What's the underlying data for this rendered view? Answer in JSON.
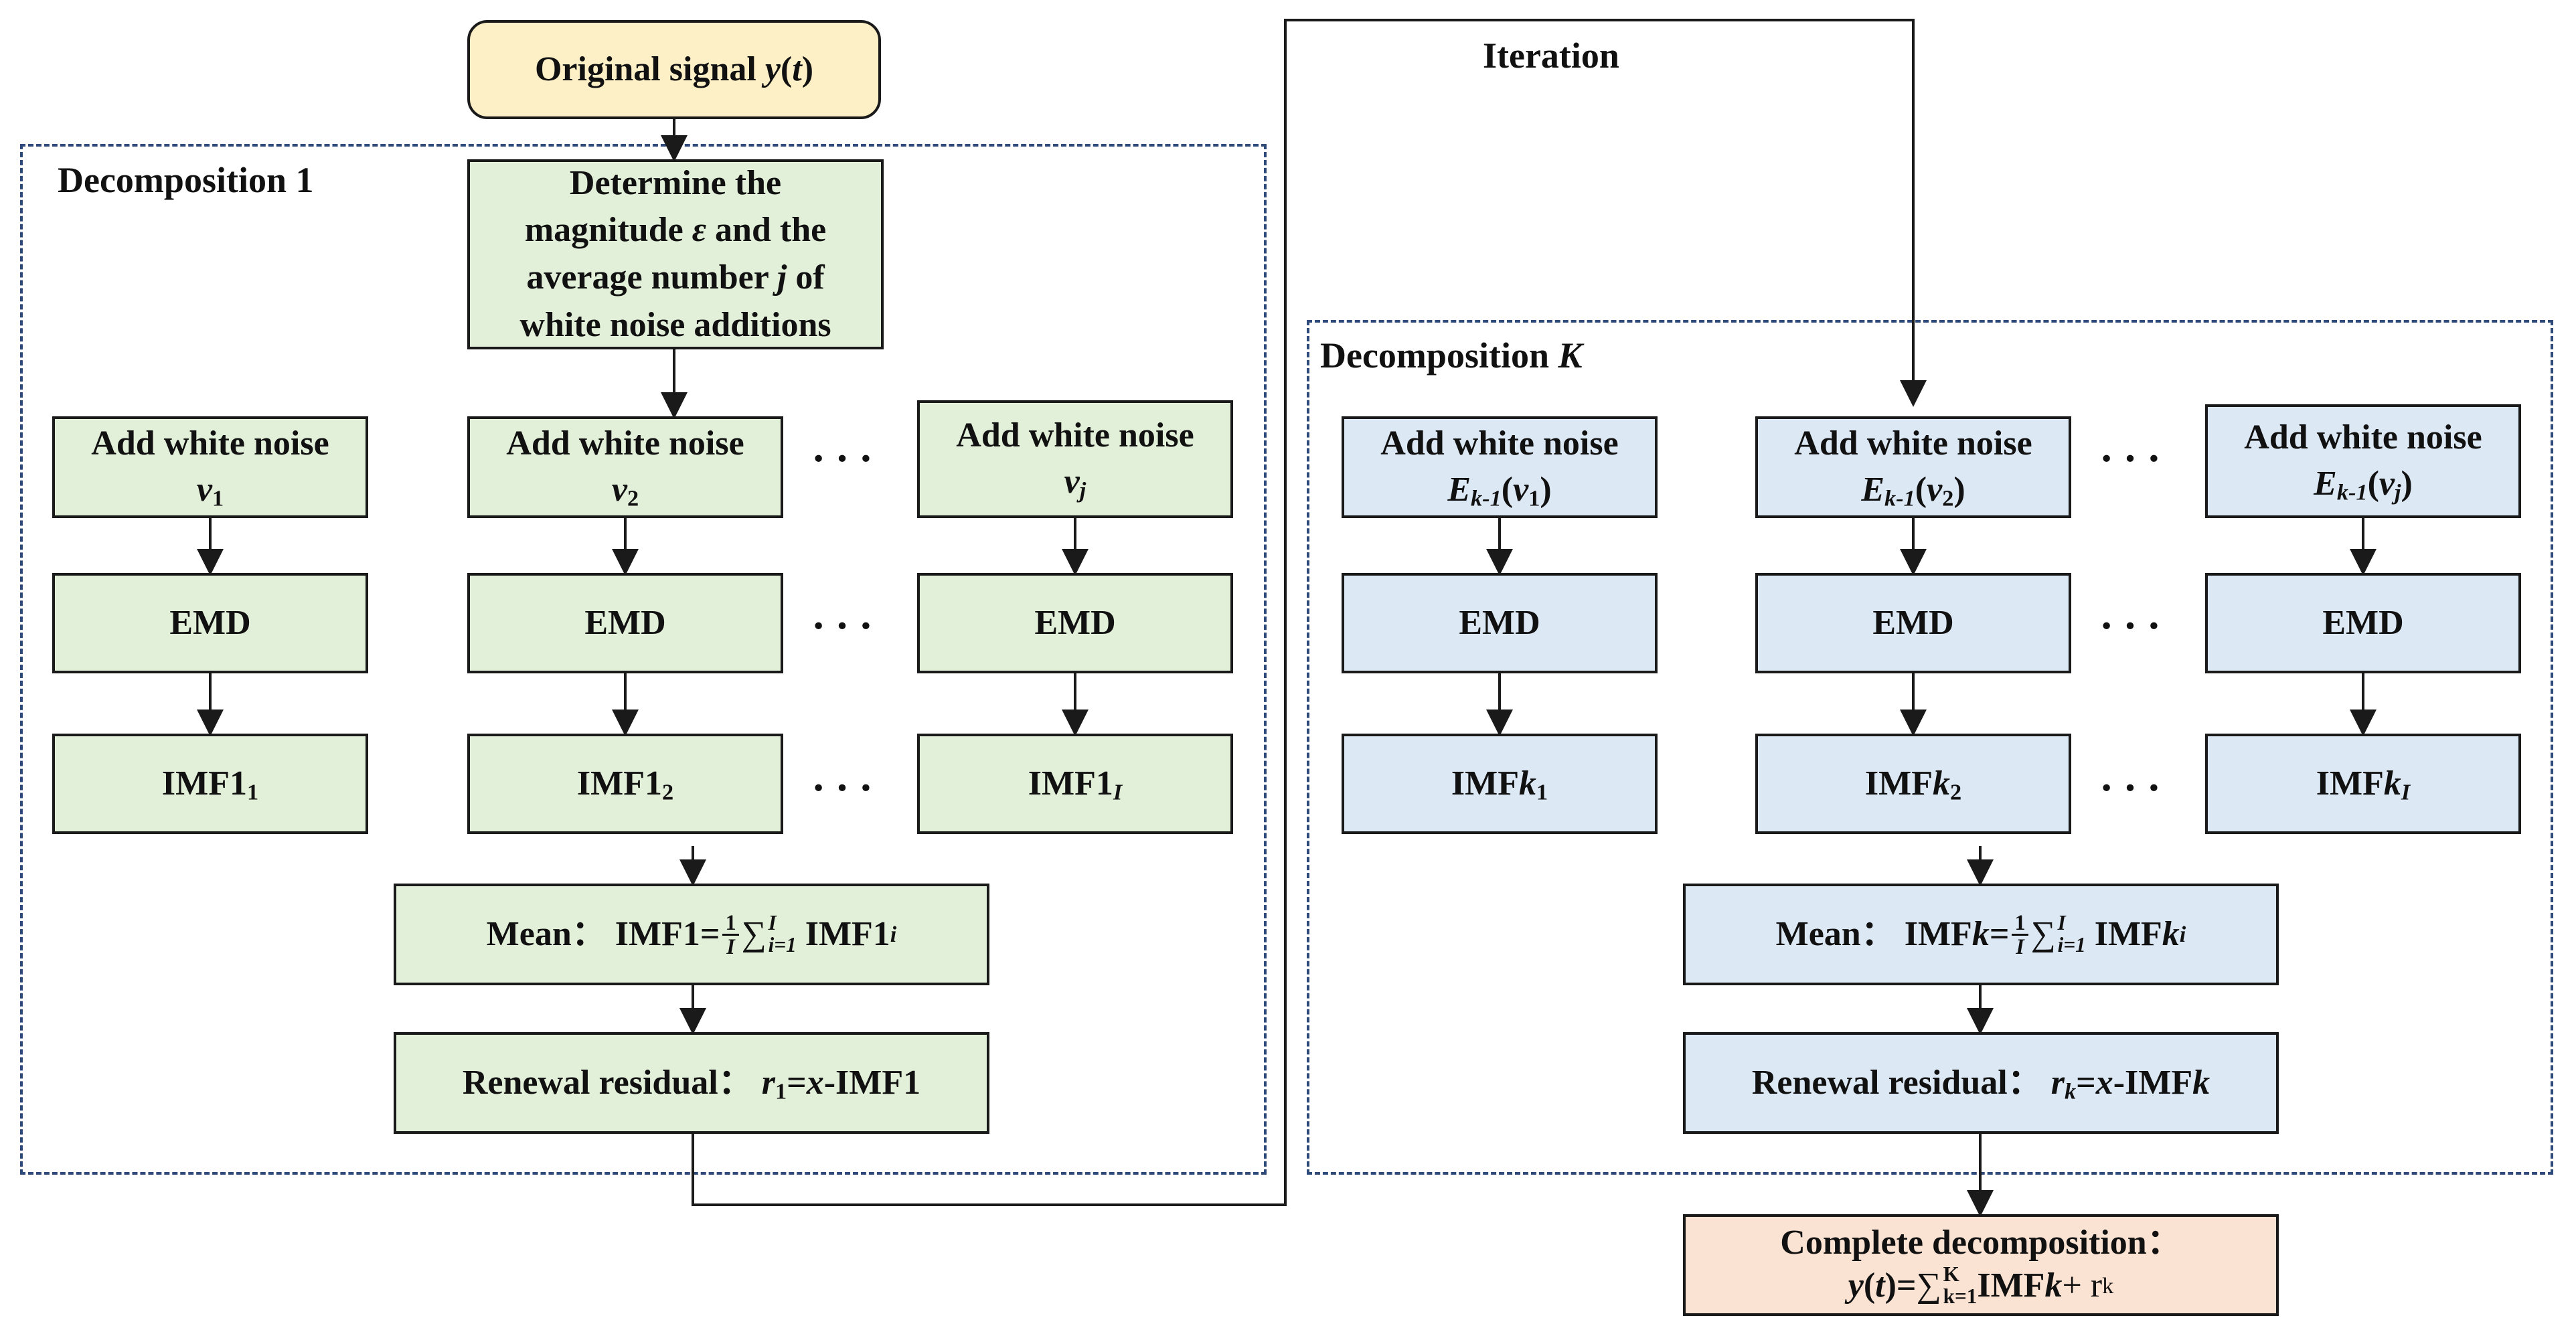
{
  "original_signal": {
    "prefix": "Original signal ",
    "var": "y",
    "open": "(",
    "arg": "t",
    "close": ")"
  },
  "iteration_label": "Iteration",
  "decomposition1": {
    "title": "Decomposition 1",
    "determine_line1": "Determine the",
    "determine_line2_a": "magnitude ",
    "determine_line2_var": "ε",
    "determine_line2_b": " and the",
    "determine_line3_a": "average number ",
    "determine_line3_var": "j",
    "determine_line3_b": " of",
    "determine_line4": "white noise additions",
    "add_noise_label": "Add white noise",
    "noise_var": "v",
    "noise_subs": [
      "1",
      "2",
      "j"
    ],
    "emd_label": "EMD",
    "imf_label": "IMF1",
    "imf_subs": [
      "1",
      "2",
      "I"
    ],
    "dots": "···",
    "mean_prefix": "Mean：",
    "mean_lhs": "IMF1=",
    "frac_num": "1",
    "frac_den": "I",
    "sum_sym": "∑",
    "sum_upper": "I",
    "sum_lower": "i=1",
    "mean_term": "IMF1",
    "mean_term_sub": "i",
    "renew_prefix": "Renewal residual：",
    "renew_r": "r",
    "renew_r_sub": "1",
    "renew_eq": "=",
    "renew_x": "x",
    "renew_rest": "-IMF1"
  },
  "decompositionK": {
    "title_a": "Decomposition ",
    "title_var": "K",
    "add_noise_label": "Add white noise",
    "e_var": "E",
    "e_sub": "k-1",
    "noise_var": "v",
    "noise_subs": [
      "1",
      "2",
      "j"
    ],
    "emd_label": "EMD",
    "imf_label": "IMF",
    "imf_var": "k",
    "imf_subs": [
      "1",
      "2",
      "I"
    ],
    "dots": "···",
    "mean_prefix": "Mean：",
    "mean_lhs_a": "IMF",
    "mean_lhs_var": "k",
    "mean_lhs_eq": "=",
    "frac_num": "1",
    "frac_den": "I",
    "sum_sym": "∑",
    "sum_upper": "I",
    "sum_lower": "i=1",
    "mean_term": "IMF",
    "mean_term_var": "k",
    "mean_term_sub": "i",
    "renew_prefix": "Renewal residual：",
    "renew_r": "r",
    "renew_r_sub": "k",
    "renew_eq": "=",
    "renew_x": "x",
    "renew_rest": "-IMF",
    "renew_k": "k"
  },
  "complete": {
    "line1": "Complete decomposition：",
    "y": "y",
    "open": "(",
    "t": "t",
    "close": ")",
    "eq": " =",
    "sum_sym": "∑",
    "sum_upper": "K",
    "sum_lower": "k=1",
    "term": " IMF",
    "term_var": "k",
    "plus": " + r",
    "r_sub": "k"
  },
  "colors": {
    "green_fill": "#e2efd9",
    "blue_fill": "#dde8f5",
    "yellow_fill": "#fdefc6",
    "peach_fill": "#fbe3d4",
    "dash_border": "#2e4a7a"
  }
}
